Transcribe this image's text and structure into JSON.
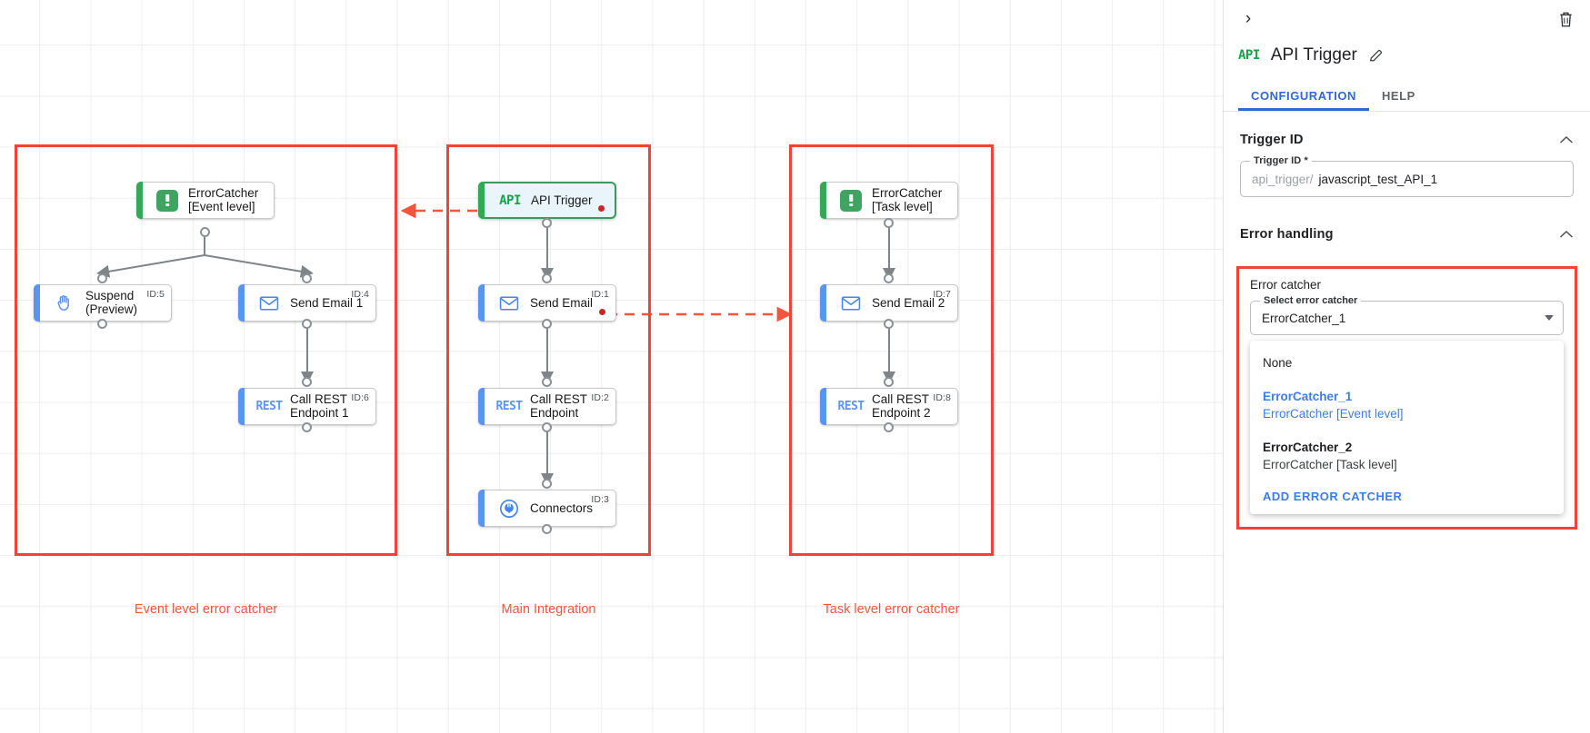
{
  "canvas": {
    "groups": [
      {
        "id": "event-level",
        "caption": "Event level error catcher"
      },
      {
        "id": "main-integration",
        "caption": "Main Integration"
      },
      {
        "id": "task-level",
        "caption": "Task level error catcher"
      }
    ],
    "nodes": [
      {
        "key": "errorcatcher_event",
        "label": "ErrorCatcher\n[Event level]",
        "icon": "error-catcher-icon",
        "id_badge": "",
        "kind": "green"
      },
      {
        "key": "suspend",
        "label": "Suspend\n(Preview)",
        "icon": "hand-icon",
        "id_badge": "ID:5",
        "kind": "blue"
      },
      {
        "key": "send_email_1",
        "label": "Send Email 1",
        "icon": "envelope-icon",
        "id_badge": "ID:4",
        "kind": "blue"
      },
      {
        "key": "call_rest_1",
        "label": "Call REST\nEndpoint 1",
        "icon": "rest-icon",
        "id_badge": "ID:6",
        "kind": "blue"
      },
      {
        "key": "api_trigger",
        "label": "API Trigger",
        "icon": "api-icon",
        "id_badge": "",
        "kind": "selected"
      },
      {
        "key": "send_email",
        "label": "Send Email",
        "icon": "envelope-icon",
        "id_badge": "ID:1",
        "kind": "blue"
      },
      {
        "key": "call_rest",
        "label": "Call REST\nEndpoint",
        "icon": "rest-icon",
        "id_badge": "ID:2",
        "kind": "blue"
      },
      {
        "key": "connectors",
        "label": "Connectors",
        "icon": "connectors-icon",
        "id_badge": "ID:3",
        "kind": "blue"
      },
      {
        "key": "errorcatcher_task",
        "label": "ErrorCatcher\n[Task level]",
        "icon": "error-catcher-icon",
        "id_badge": "",
        "kind": "green"
      },
      {
        "key": "send_email_2",
        "label": "Send Email 2",
        "icon": "envelope-icon",
        "id_badge": "ID:7",
        "kind": "blue"
      },
      {
        "key": "call_rest_2",
        "label": "Call REST\nEndpoint 2",
        "icon": "rest-icon",
        "id_badge": "ID:8",
        "kind": "blue"
      }
    ],
    "colors": {
      "error_red": "#f44336",
      "accent_blue": "#5b94f0",
      "accent_green": "#34a853",
      "grid": "#ededed"
    }
  },
  "panel": {
    "collapse_icon": "›",
    "delete_icon": "trash-icon",
    "title": "API Trigger",
    "title_icon": "API",
    "edit_icon": "pencil-icon",
    "tabs": [
      {
        "key": "configuration",
        "label": "CONFIGURATION",
        "active": true
      },
      {
        "key": "help",
        "label": "HELP",
        "active": false
      }
    ],
    "trigger_id_section": {
      "heading": "Trigger ID",
      "chevron": "˄",
      "field_legend": "Trigger ID *",
      "prefix": "api_trigger/",
      "value": "javascript_test_API_1"
    },
    "error_handling_section": {
      "heading": "Error handling",
      "chevron": "˄",
      "error_catcher_label": "Error catcher",
      "select_legend": "Select error catcher",
      "selected_value": "ErrorCatcher_1",
      "options": [
        {
          "primary": "None",
          "secondary": "",
          "selected": false,
          "plain": true
        },
        {
          "primary": "ErrorCatcher_1",
          "secondary": "ErrorCatcher [Event level]",
          "selected": true,
          "plain": false
        },
        {
          "primary": "ErrorCatcher_2",
          "secondary": "ErrorCatcher [Task level]",
          "selected": false,
          "plain": false
        }
      ],
      "add_action": "ADD ERROR CATCHER"
    }
  }
}
